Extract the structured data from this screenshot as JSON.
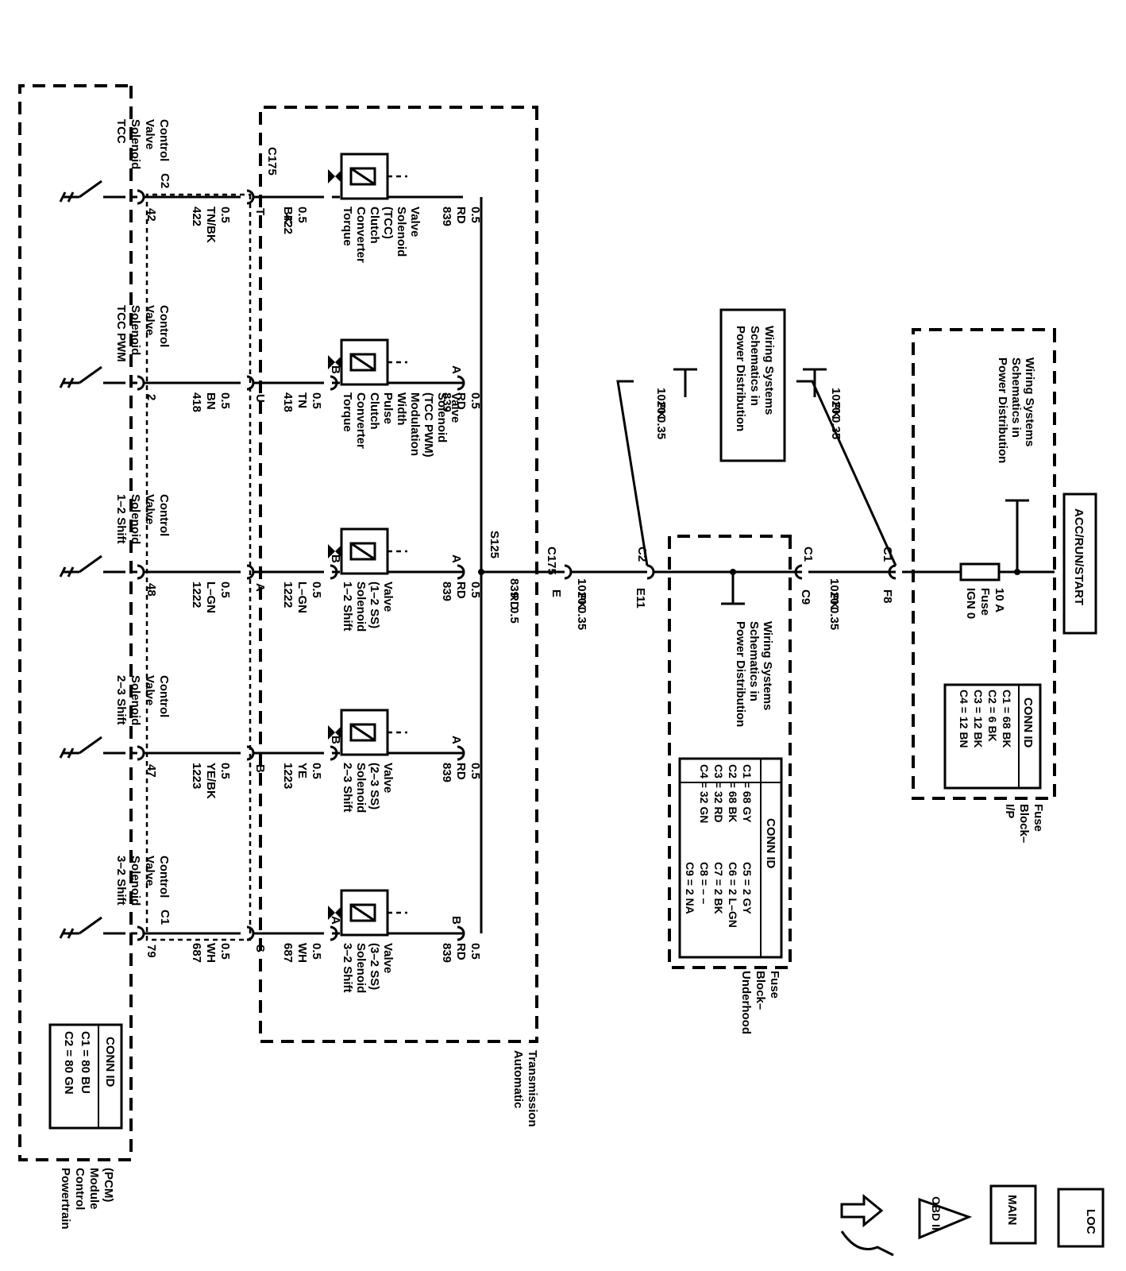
{
  "modules": {
    "pcm_name": [
      "Powertrain",
      "Control",
      "Module",
      "(PCM)"
    ],
    "trans_name": [
      "Automatic",
      "Transmission"
    ],
    "fuse_underhood_name": [
      "Fuse",
      "Block–",
      "Underhood"
    ],
    "fuse_ip_name": [
      "Fuse",
      "Block–",
      "I/P"
    ]
  },
  "conn_pcm": {
    "title": "CONN ID",
    "lines": [
      "C1 = 80 BU",
      "C2 = 80 GN"
    ]
  },
  "conn_underhood": {
    "title": "CONN ID",
    "col1": [
      "C1 = 68 GY",
      "C2 = 68 BK",
      "C3 = 32 RD",
      "C4 = 32 GN"
    ],
    "col2": [
      "C5 = 2 GY",
      "C6 = 2 L–GN",
      "C7 = 2 BK",
      "C8 = – –",
      "C9 = 2 NA"
    ]
  },
  "conn_ip": {
    "title": "CONN ID",
    "lines": [
      "C1 = 68 BK",
      "C2 = 6 BK",
      "C3 = 12 BK",
      "C4 = 12 BN"
    ]
  },
  "pcm_controls": [
    [
      "TCC",
      "Solenoid",
      "Valve",
      "Control"
    ],
    [
      "TCC PWM",
      "Solenoid",
      "Valve",
      "Control"
    ],
    [
      "1–2 Shift",
      "Solenoid",
      "Valve",
      "Control"
    ],
    [
      "2–3 Shift",
      "Solenoid",
      "Valve",
      "Control"
    ],
    [
      "3–2 Shift",
      "Solenoid",
      "Valve",
      "Control"
    ]
  ],
  "pcm_pins": [
    "42",
    "2",
    "48",
    "47",
    "79"
  ],
  "pcm_conn_labels": [
    "C2",
    "C1"
  ],
  "c175_label": "C175",
  "c175_pins": [
    "T",
    "U",
    "A",
    "B",
    "S"
  ],
  "wires_pcm": [
    [
      "422",
      "TN/BK",
      "0.5"
    ],
    [
      "418",
      "BN",
      "0.5"
    ],
    [
      "1222",
      "L–GN",
      "0.5"
    ],
    [
      "1223",
      "YE/BK",
      "0.5"
    ],
    [
      "687",
      "WH",
      "0.5"
    ]
  ],
  "wires_trans": [
    [
      "BK",
      "0.5"
    ],
    [
      "418",
      "TN",
      "0.5"
    ],
    [
      "1222",
      "L–GN",
      "0.5"
    ],
    [
      "1223",
      "YE",
      "0.5"
    ],
    [
      "687",
      "WH",
      "0.5"
    ]
  ],
  "tcc_wire_num": "422",
  "solenoids": [
    [
      "Torque",
      "Converter",
      "Clutch",
      "(TCC)",
      "Solenoid",
      "Valve"
    ],
    [
      "Torque",
      "Converter",
      "Clutch",
      "Pulse",
      "Width",
      "Modulation",
      "(TCC PWM)",
      "Solenoid",
      "Valve"
    ],
    [
      "1–2 Shift",
      "Solenoid",
      "(1–2 SS)",
      "Valve"
    ],
    [
      "2–3 Shift",
      "Solenoid",
      "(2–3 SS)",
      "Valve"
    ],
    [
      "3–2 Shift",
      "Solenoid",
      "(3–2 SS)",
      "Valve"
    ]
  ],
  "solenoid_pin_low": [
    "B",
    "B",
    "B",
    "A"
  ],
  "solenoid_pin_high": [
    "A",
    "A",
    "A",
    "B"
  ],
  "feed_wire": [
    "839",
    "RD",
    "0.5"
  ],
  "splice": "S125",
  "c175_main_pin": "E",
  "c175_main_label": "C175",
  "wire_1020_035": [
    "1020",
    "PK",
    "0.35"
  ],
  "underhood_c2": {
    "label": "C2",
    "pin": "E11"
  },
  "underhood_c1": {
    "label": "C1",
    "pin": "C9"
  },
  "ip_c1": {
    "label": "C1",
    "pin": "F8"
  },
  "power_dist_ref": [
    "Power Distribution",
    "Schematics in",
    "Wiring Systems"
  ],
  "fuse": [
    "IGN 0",
    "Fuse",
    "10 A"
  ],
  "power_source": "ACC/RUN/START",
  "nav_icons": [
    "loc-icon",
    "main-icon",
    "obd-ii-icon",
    "harness-icon"
  ],
  "nav_text": {
    "loc": "LOC",
    "main": "MAIN",
    "obd": "OBD II"
  }
}
